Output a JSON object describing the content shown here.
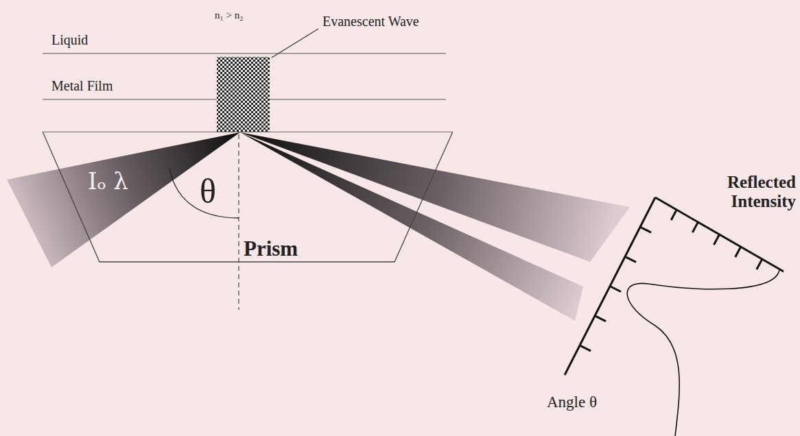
{
  "diagram": {
    "nodes": [
      {
        "text": [
          "Prism"
        ]
      }
    ],
    "labels": [
      "n₁ > n₂",
      "Liquid",
      "Metal Film",
      "Evanescent Wave",
      "Iₒ λ",
      "θ",
      "Reflected Intensity",
      "Angle θ"
    ]
  }
}
